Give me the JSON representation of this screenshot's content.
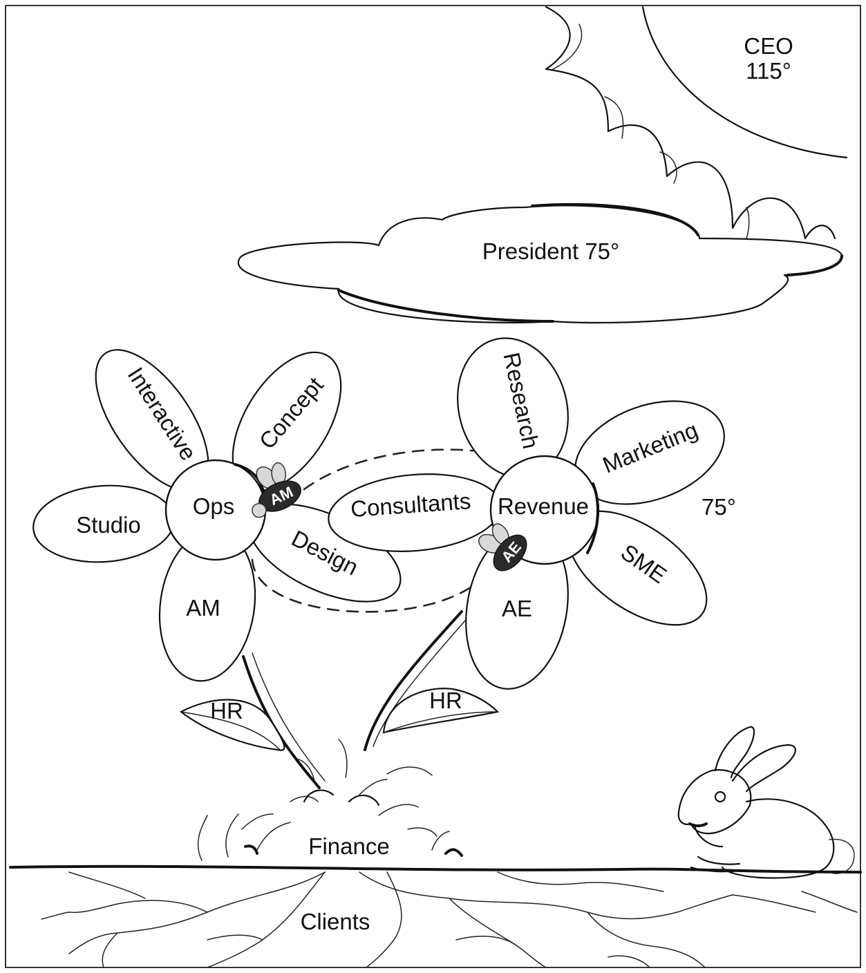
{
  "sun": {
    "title": "CEO",
    "temperature": "115°"
  },
  "cloud": {
    "label": "President 75°"
  },
  "left_flower": {
    "center": "Ops",
    "petals": {
      "interactive": "Interactive",
      "concept": "Concept",
      "studio": "Studio",
      "design": "Design",
      "am": "AM"
    },
    "bee": "AM",
    "leaf": "HR"
  },
  "right_flower": {
    "center": "Revenue",
    "petals": {
      "research": "Research",
      "marketing": "Marketing",
      "consultants": "Consultants",
      "sme": "SME",
      "ae": "AE"
    },
    "bee": "AE",
    "leaf": "HR",
    "temperature": "75°"
  },
  "ground": {
    "surface": "Finance",
    "roots": "Clients"
  }
}
